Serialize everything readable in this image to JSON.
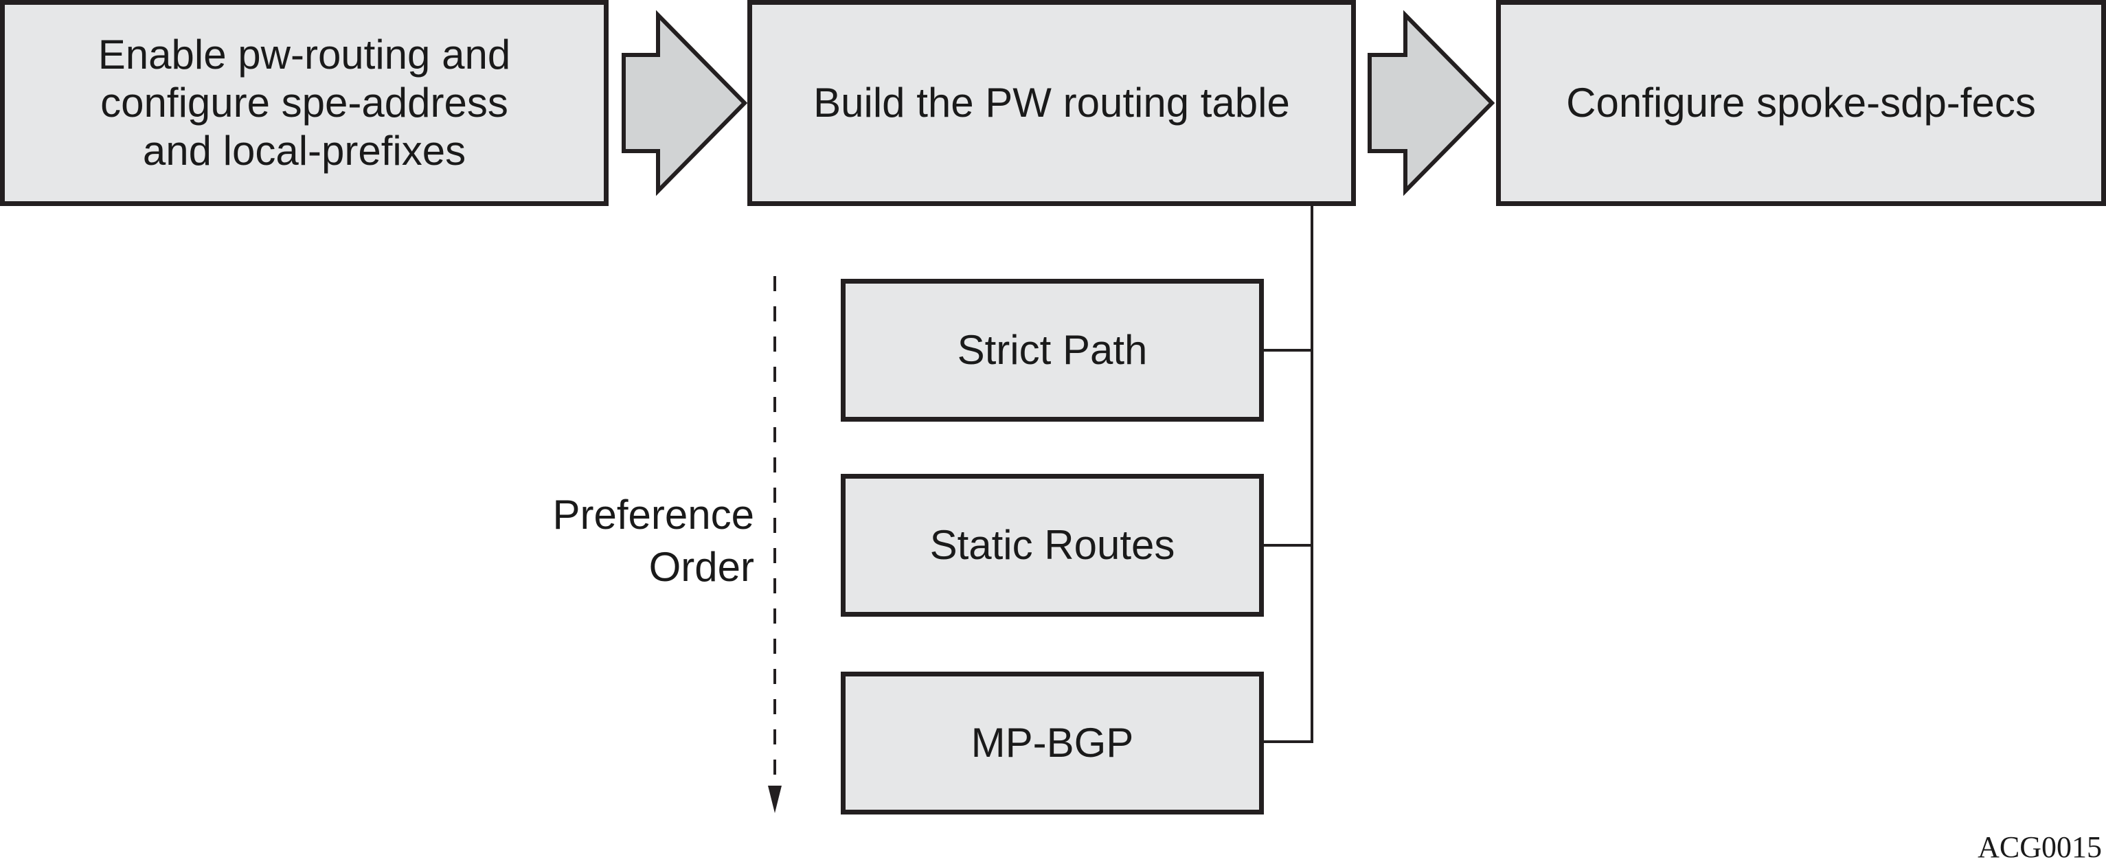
{
  "steps": [
    {
      "lines": [
        "Enable pw-routing and",
        "configure spe-address",
        "and local-prefixes"
      ]
    },
    {
      "lines": [
        "Build the PW routing table"
      ]
    },
    {
      "lines": [
        "Configure spoke-sdp-fecs"
      ]
    }
  ],
  "routing_sources": [
    {
      "label": "Strict Path"
    },
    {
      "label": "Static Routes"
    },
    {
      "label": "MP-BGP"
    }
  ],
  "preference": {
    "lines": [
      "Preference",
      "Order"
    ]
  },
  "figure_id": "ACG0015",
  "colors": {
    "box_fill": "#e6e7e8",
    "outline": "#231f20",
    "arrow_fill": "#d1d3d4"
  }
}
